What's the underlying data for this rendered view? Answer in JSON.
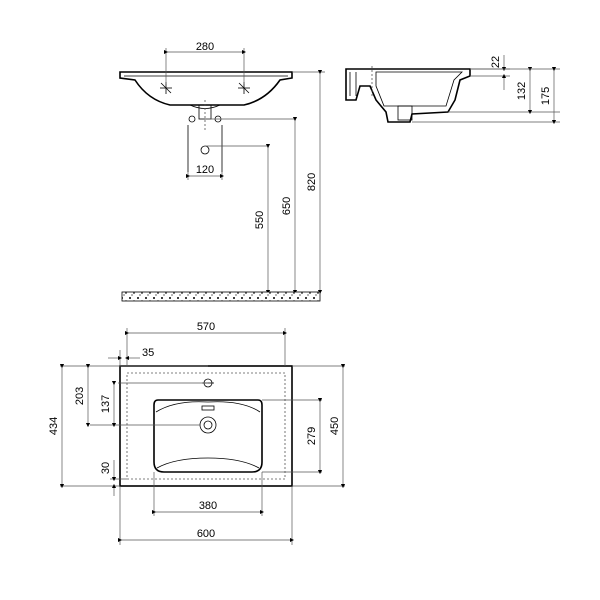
{
  "front": {
    "tap_spacing": "280",
    "waste_width": "120",
    "height_550": "550",
    "height_650": "650",
    "height_820": "820"
  },
  "side": {
    "dim_22": "22",
    "dim_132": "132",
    "dim_175": "175"
  },
  "plan": {
    "width_570": "570",
    "offset_35": "35",
    "depth_203": "203",
    "depth_137": "137",
    "depth_434": "434",
    "bowl_279": "279",
    "depth_450": "450",
    "edge_30": "30",
    "bowl_380": "380",
    "width_600": "600"
  }
}
